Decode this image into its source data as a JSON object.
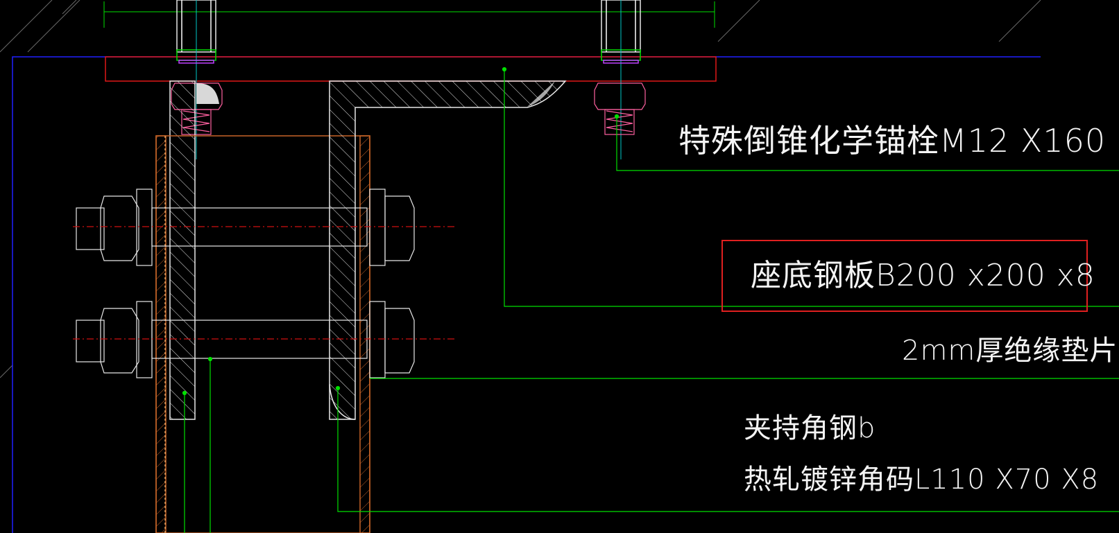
{
  "labels": {
    "anchor_bolt": "特殊倒锥化学锚栓M12 X160",
    "base_plate": "座底钢板B200 x200 x8",
    "insulation_pad": "2mm厚绝缘垫片",
    "clamp_angle": "夹持角钢b",
    "galv_angle": "热轧镀锌角码L110 X70 X8"
  },
  "colors": {
    "background": "#000000",
    "leader": "#00e000",
    "plate_outline": "#e01818",
    "ceiling": "#2020ff",
    "steel": "#ffffff",
    "bracket": "#c86428",
    "centerline": "#d01010",
    "bolt": "#ff60a0",
    "highlight": "#e02020"
  }
}
